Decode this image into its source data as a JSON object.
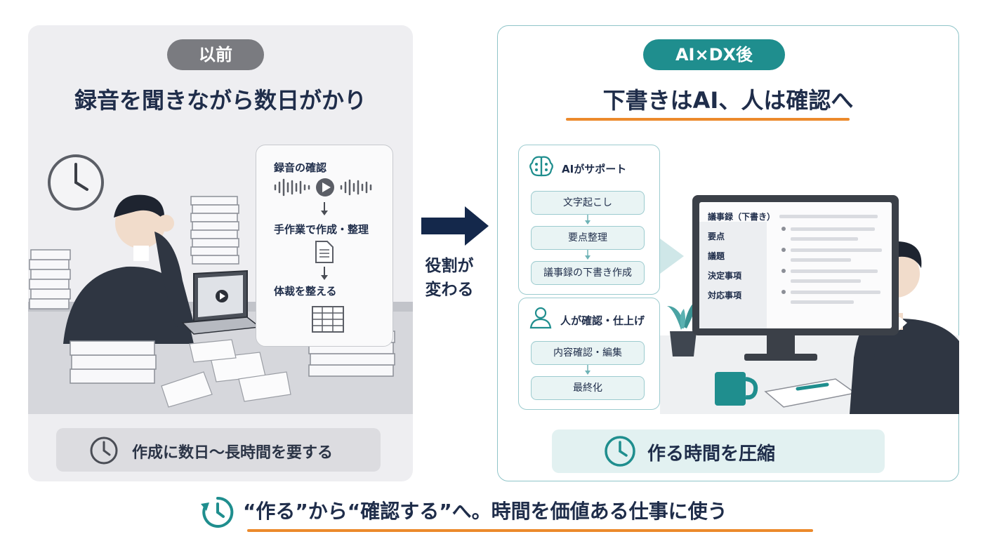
{
  "before": {
    "badge": "以前",
    "headline": "録音を聞きながら数日がかり",
    "process": {
      "step1": "録音の確認",
      "step2": "手作業で作成・整理",
      "step3": "体裁を整える"
    },
    "banner": "作成に数日〜長時間を要する"
  },
  "middle": {
    "label_line1": "役割が",
    "label_line2": "変わる"
  },
  "after": {
    "badge": "AI×DX後",
    "headline": "下書きはAI、人は確認へ",
    "ai_group": {
      "title": "AIがサポート",
      "steps": [
        "文字起こし",
        "要点整理",
        "議事録の下書き作成"
      ]
    },
    "human_group": {
      "title": "人が確認・仕上げ",
      "steps": [
        "内容確認・編集",
        "最終化"
      ]
    },
    "monitor": {
      "doc_title": "議事録（下書き）",
      "items": [
        "要点",
        "議題",
        "決定事項",
        "対応事項"
      ]
    },
    "banner": "作る時間を圧縮"
  },
  "footer": {
    "message": "“作る”から“確認する”へ。時間を価値ある仕事に使う"
  },
  "colors": {
    "teal": "#1f8e8e",
    "navy": "#1f2d4a",
    "orange": "#ec8a2c",
    "gray_badge": "#7a7b80"
  }
}
